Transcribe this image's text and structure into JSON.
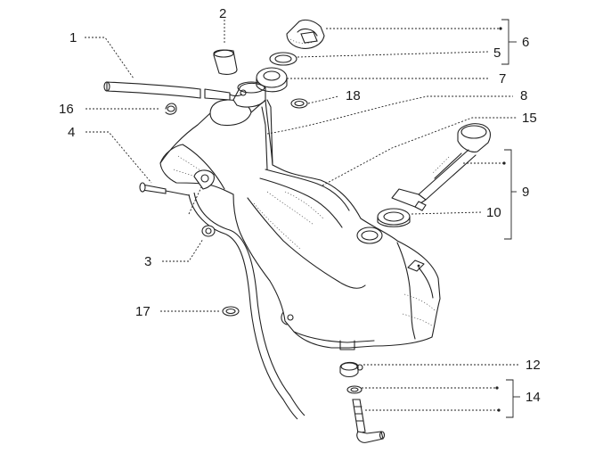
{
  "callouts": {
    "c1": "1",
    "c2": "2",
    "c3": "3",
    "c4": "4",
    "c5": "5",
    "c6": "6",
    "c7": "7",
    "c8": "8",
    "c9": "9",
    "c10": "10",
    "c12": "12",
    "c14": "14",
    "c15": "15",
    "c16": "16",
    "c17": "17",
    "c18": "18"
  }
}
